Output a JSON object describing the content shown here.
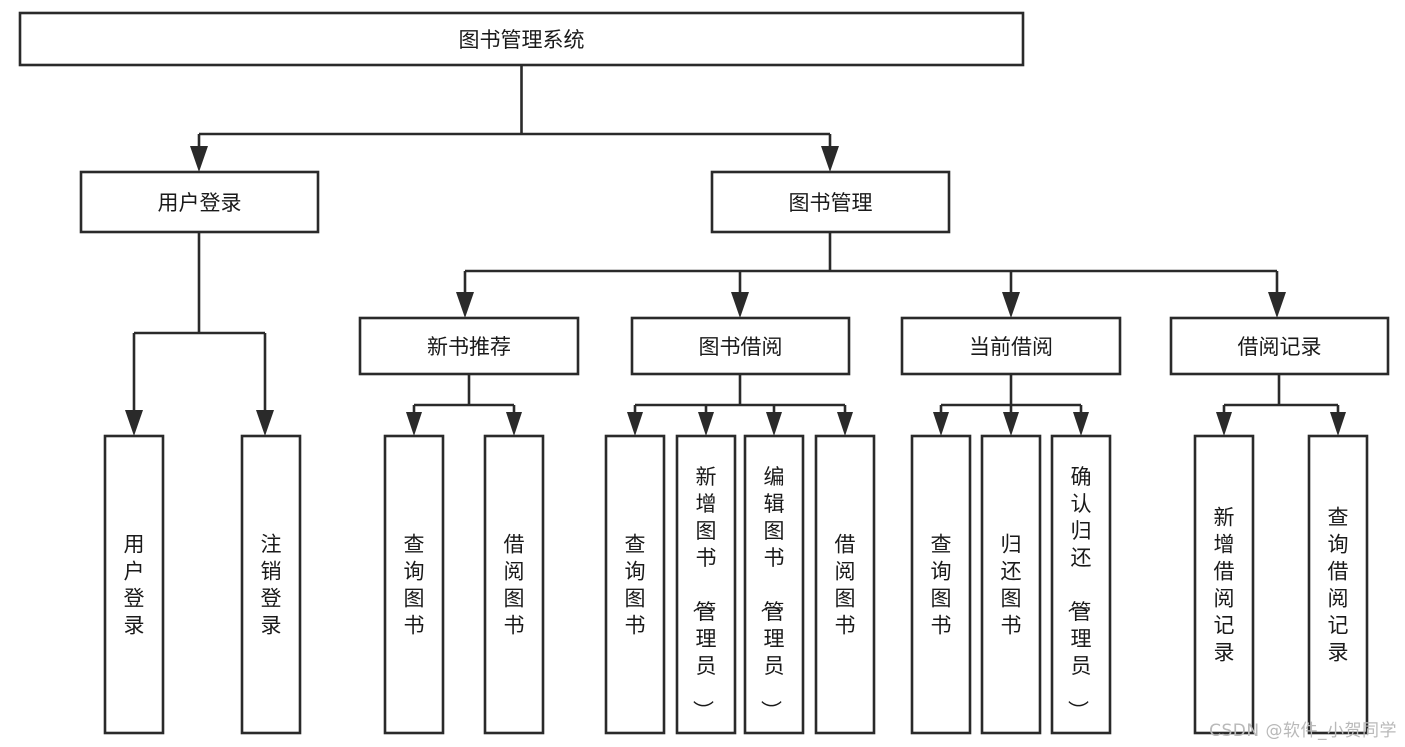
{
  "diagram": {
    "type": "tree-hierarchy-chart",
    "title": "图书管理系统",
    "watermark": "CSDN @软件_小贺同学",
    "colors": {
      "stroke": "#2a2a2a",
      "fill": "#ffffff",
      "text": "#1a1a1a",
      "watermark": "#b9b9b9",
      "background": "#ffffff"
    },
    "nodes": {
      "root": {
        "label": "图书管理系统",
        "level": 1
      },
      "l2": [
        {
          "id": "user-login",
          "label": "用户登录"
        },
        {
          "id": "book-manage",
          "label": "图书管理"
        }
      ],
      "l3": [
        {
          "id": "new-book-rec",
          "label": "新书推荐",
          "parent": "book-manage"
        },
        {
          "id": "book-borrow",
          "label": "图书借阅",
          "parent": "book-manage"
        },
        {
          "id": "current-borrow",
          "label": "当前借阅",
          "parent": "book-manage"
        },
        {
          "id": "borrow-record",
          "label": "借阅记录",
          "parent": "book-manage"
        }
      ],
      "leaves": [
        {
          "id": "leaf-user-login",
          "label": "用户登录",
          "parent": "user-login"
        },
        {
          "id": "leaf-logout",
          "label": "注销登录",
          "parent": "user-login"
        },
        {
          "id": "leaf-query-book-1",
          "label": "查询图书",
          "parent": "new-book-rec"
        },
        {
          "id": "leaf-borrow-book-1",
          "label": "借阅图书",
          "parent": "new-book-rec"
        },
        {
          "id": "leaf-query-book-2",
          "label": "查询图书",
          "parent": "book-borrow"
        },
        {
          "id": "leaf-add-book",
          "label": "新增图书（管理员）",
          "parent": "book-borrow"
        },
        {
          "id": "leaf-edit-book",
          "label": "编辑图书（管理员）",
          "parent": "book-borrow"
        },
        {
          "id": "leaf-borrow-book-2",
          "label": "借阅图书",
          "parent": "book-borrow"
        },
        {
          "id": "leaf-query-book-3",
          "label": "查询图书",
          "parent": "current-borrow"
        },
        {
          "id": "leaf-return-book",
          "label": "归还图书",
          "parent": "current-borrow"
        },
        {
          "id": "leaf-confirm-return",
          "label": "确认归还（管理员）",
          "parent": "current-borrow"
        },
        {
          "id": "leaf-add-record",
          "label": "新增借阅记录",
          "parent": "borrow-record"
        },
        {
          "id": "leaf-query-record",
          "label": "查询借阅记录",
          "parent": "borrow-record"
        }
      ]
    }
  }
}
